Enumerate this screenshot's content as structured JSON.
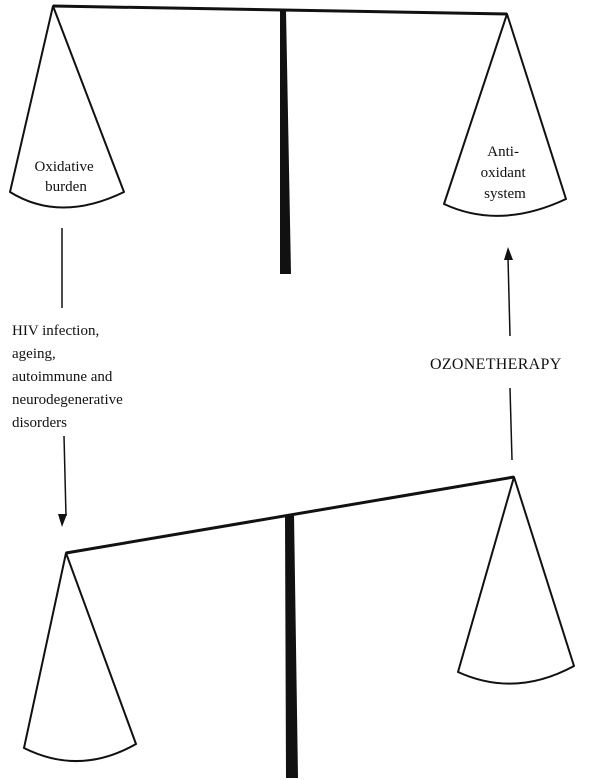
{
  "top_balance": {
    "left_pan_label": [
      "Oxidative",
      "burden"
    ],
    "right_pan_label": [
      "Anti-",
      "oxidant",
      "system"
    ]
  },
  "left_annotation": [
    "HIV infection,",
    "ageing,",
    "autoimmune and",
    "neurodegenerative",
    "disorders"
  ],
  "right_annotation": "OZONETHERAPY",
  "colors": {
    "ink": "#111111",
    "background": "#ffffff"
  }
}
